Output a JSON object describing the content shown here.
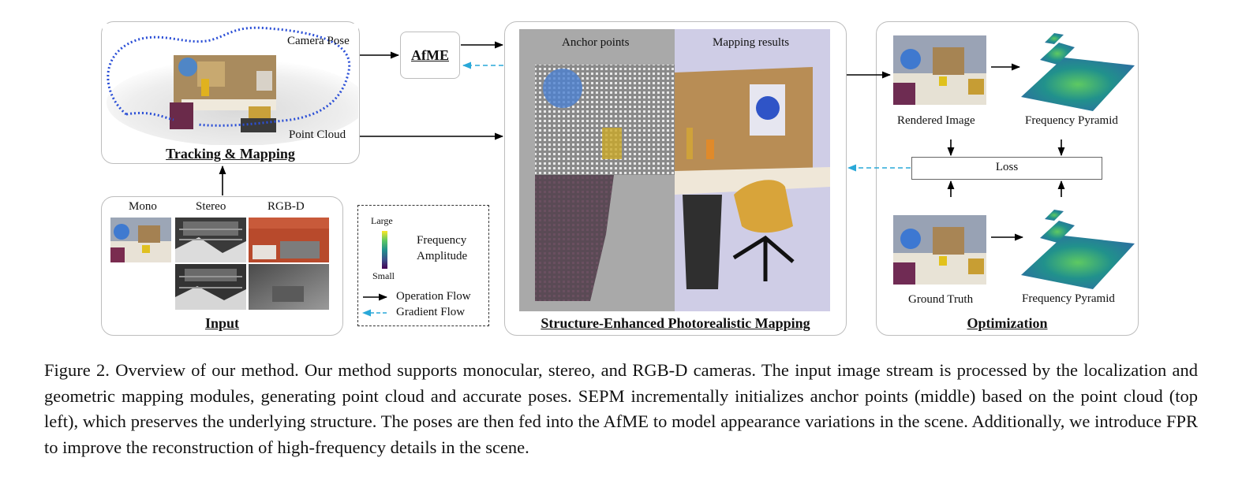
{
  "tracking": {
    "title": "Tracking & Mapping",
    "camera_pose_label": "Camera Pose",
    "point_cloud_label": "Point Cloud"
  },
  "afme": {
    "label": "AfME"
  },
  "input": {
    "title": "Input",
    "mono_label": "Mono",
    "stereo_label": "Stereo",
    "rgbd_label": "RGB-D"
  },
  "legend": {
    "large_label": "Large",
    "small_label": "Small",
    "frequency_label": "Frequency",
    "amplitude_label": "Amplitude",
    "operation_flow_label": "Operation Flow",
    "gradient_flow_label": "Gradient Flow"
  },
  "sepm": {
    "title": "Structure-Enhanced Photorealistic Mapping",
    "anchor_label": "Anchor points",
    "mapping_label": "Mapping results"
  },
  "optimization": {
    "title": "Optimization",
    "rendered_label": "Rendered Image",
    "freq_pyramid_top_label": "Frequency Pyramid",
    "loss_label": "Loss",
    "ground_truth_label": "Ground Truth",
    "freq_pyramid_bottom_label": "Frequency Pyramid"
  },
  "colors": {
    "operation_flow": "#000000",
    "gradient_flow": "#29a8d8",
    "colorbar_high": "#fde725",
    "colorbar_low": "#440154"
  },
  "caption": "Figure 2. Overview of our method. Our method supports monocular, stereo, and RGB-D cameras. The input image stream is processed by the localization and geometric mapping modules, generating point cloud and accurate poses. SEPM incrementally initializes anchor points (middle) based on the point cloud (top left), which preserves the underlying structure. The poses are then fed into the AfME to model appearance variations in the scene. Additionally, we introduce FPR to improve the reconstruction of high-frequency details in the scene."
}
